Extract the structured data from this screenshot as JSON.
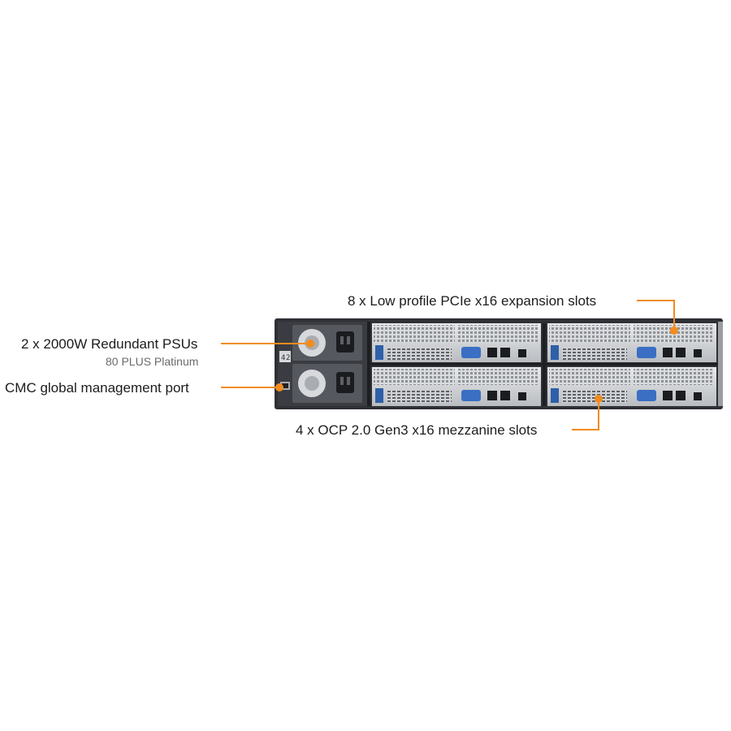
{
  "callouts": {
    "pcie": "8 x Low profile PCIe x16 expansion slots",
    "psu": "2 x 2000W Redundant PSUs",
    "psu_sub": "80 PLUS Platinum",
    "cmc": "CMC global management port",
    "ocp": "4 x OCP 2.0 Gen3 x16 mezzanine slots"
  },
  "chassis": {
    "bay_numbers": [
      "4",
      "2"
    ]
  },
  "colors": {
    "accent": "#f28c1e",
    "chassis_dark": "#2e3035",
    "usb_blue": "#2f5fa8",
    "vga_blue": "#3a6fc4",
    "text": "#1c1c1c",
    "subtext": "#6b6b6b"
  }
}
